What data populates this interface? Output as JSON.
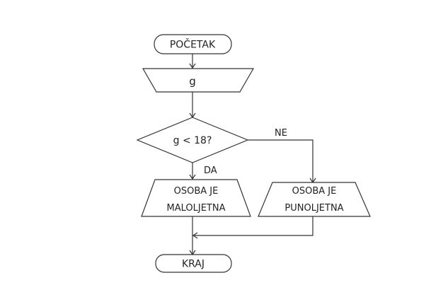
{
  "flowchart": {
    "start": {
      "label": "POČETAK"
    },
    "input": {
      "label": "g"
    },
    "decision": {
      "label": "g < 18?"
    },
    "branch_yes": {
      "label": "DA"
    },
    "branch_no": {
      "label": "NE"
    },
    "output_minor": {
      "line1": "OSOBA JE",
      "line2": "MALOLJETNA"
    },
    "output_adult": {
      "line1": "OSOBA JE",
      "line2": "PUNOLJETNA"
    },
    "end": {
      "label": "KRAJ"
    }
  },
  "colors": {
    "stroke": "#333333",
    "text": "#222222",
    "background": "#ffffff"
  }
}
